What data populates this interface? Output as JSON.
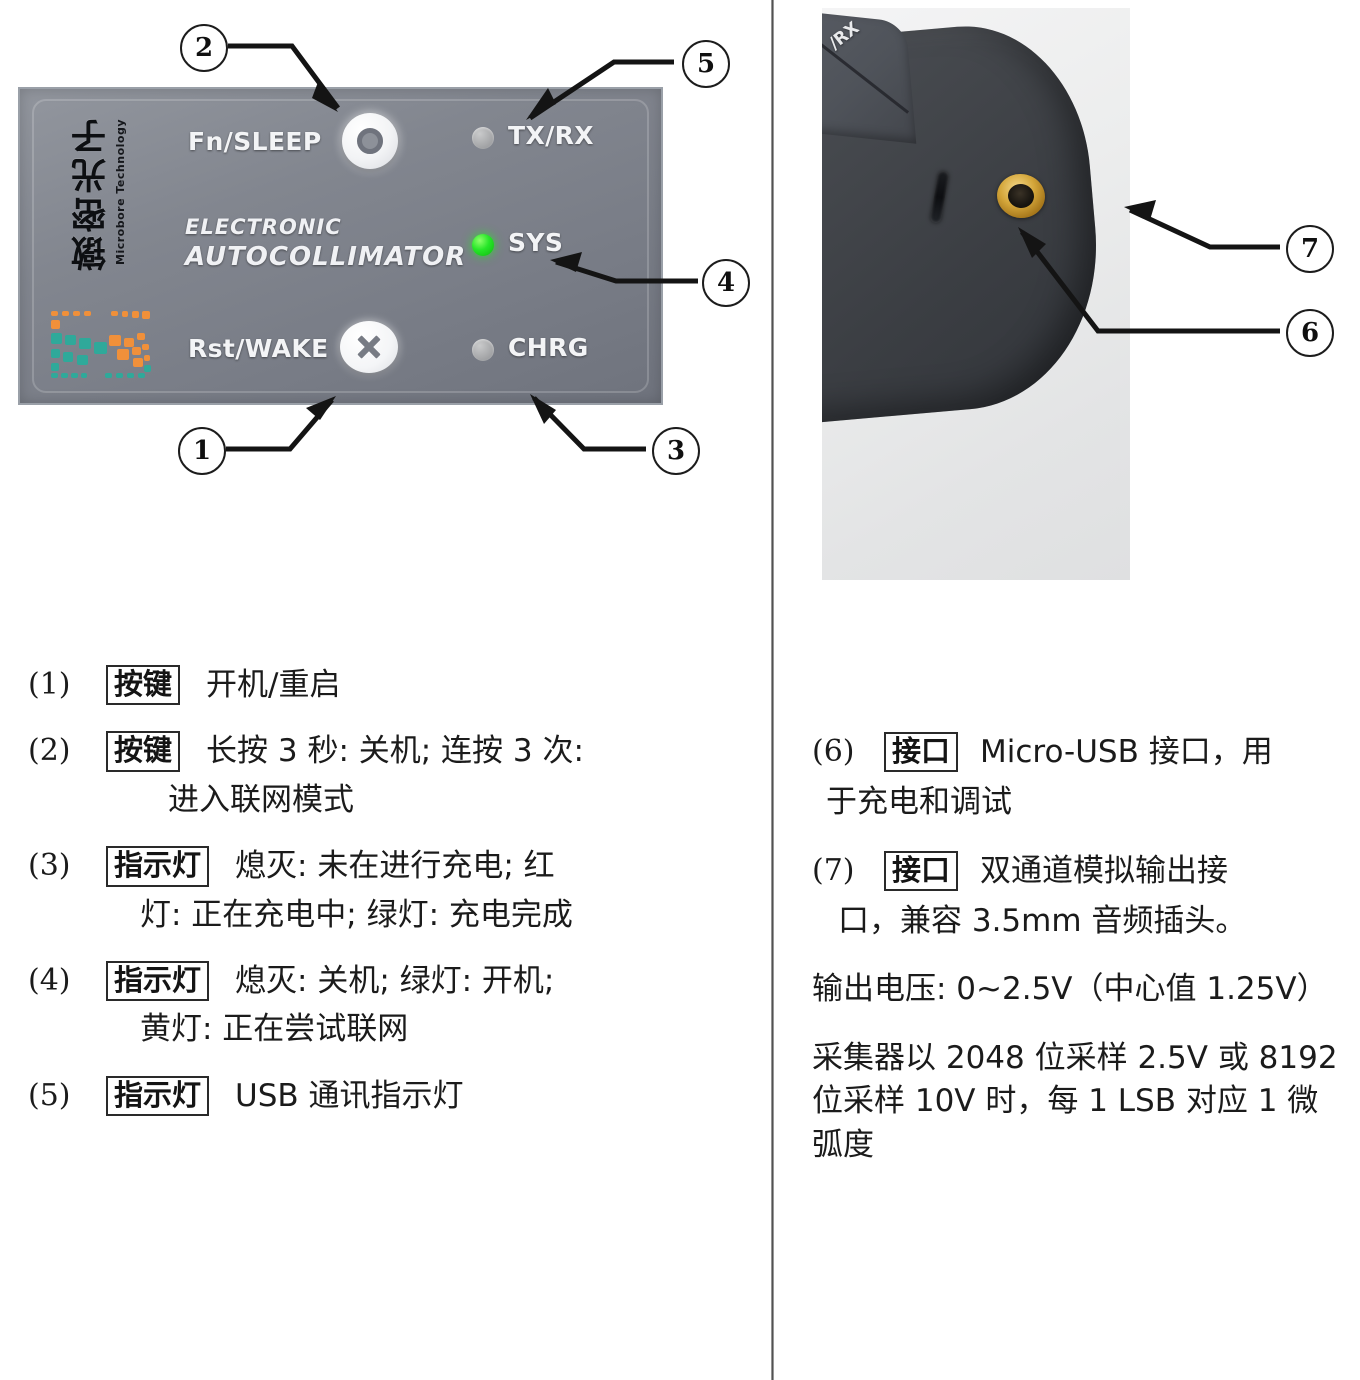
{
  "figures": {
    "panel": {
      "brand_cn": "镦密光子",
      "brand_en": "Microbore Technology",
      "title_line1": "ELECTRONIC",
      "title_line2": "AUTOCOLLIMATOR",
      "buttons": [
        {
          "label": "Fn/SLEEP",
          "icon": "ring-button-icon"
        },
        {
          "label": "Rst/WAKE",
          "icon": "x-button-icon"
        }
      ],
      "leds": [
        {
          "label": "TX/RX",
          "state": "off",
          "color": "#a7a8aa"
        },
        {
          "label": "SYS",
          "state": "green",
          "color": "#26e628"
        },
        {
          "label": "CHRG",
          "state": "off",
          "color": "#a7a8aa"
        }
      ],
      "callouts": [
        "2",
        "5",
        "4",
        "1",
        "3"
      ]
    },
    "photo": {
      "partial_label": "/RX",
      "callouts": [
        "7",
        "6"
      ],
      "ports": [
        {
          "name": "micro-usb-port",
          "callout": "6"
        },
        {
          "name": "audio-jack-port",
          "callout": "7",
          "color": "#d4a63a"
        }
      ]
    }
  },
  "left_column": {
    "items": [
      {
        "num": "(1)",
        "tag": "按键",
        "lines": [
          "开机/重启"
        ]
      },
      {
        "num": "(2)",
        "tag": "按键",
        "lines": [
          "长按 3 秒: 关机; 连按 3 次:",
          "进入联网模式"
        ]
      },
      {
        "num": "(3)",
        "tag": "指示灯",
        "lines": [
          "熄灭: 未在进行充电; 红",
          "灯: 正在充电中; 绿灯: 充电完成"
        ]
      },
      {
        "num": "(4)",
        "tag": "指示灯",
        "lines": [
          "熄灭: 关机; 绿灯: 开机;",
          "黄灯: 正在尝试联网"
        ]
      },
      {
        "num": "(5)",
        "tag": "指示灯",
        "lines": [
          "USB 通讯指示灯"
        ]
      }
    ]
  },
  "right_column": {
    "items": [
      {
        "num": "(6)",
        "tag": "接口",
        "lines": [
          "Micro-USB 接口，用",
          "于充电和调试"
        ]
      },
      {
        "num": "(7)",
        "tag": "接口",
        "lines": [
          "双通道模拟输出接",
          "口，兼容 3.5mm 音频插头。"
        ]
      }
    ],
    "paragraphs": [
      "输出电压: 0~2.5V（中心值 1.25V）",
      "采集器以 2048 位采样 2.5V 或 8192 位采样 10V 时，每 1 LSB 对应 1 微弧度"
    ]
  }
}
